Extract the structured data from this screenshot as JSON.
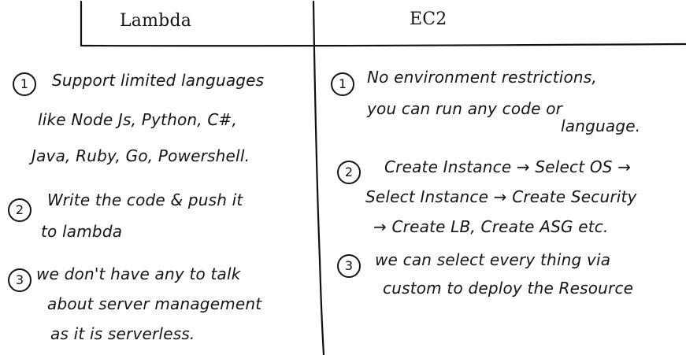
{
  "headers": {
    "left": "Lambda",
    "right": "EC2"
  },
  "lambda": {
    "points": [
      {
        "number": "1",
        "lines": [
          "Support limited languages",
          "like Node Js, Python, C#,",
          "Java, Ruby, Go, Powershell."
        ]
      },
      {
        "number": "2",
        "lines": [
          "Write the code & push it",
          "to lambda"
        ]
      },
      {
        "number": "3",
        "lines": [
          "we don't have any to talk",
          "about server management",
          "as it is serverless."
        ]
      }
    ]
  },
  "ec2": {
    "points": [
      {
        "number": "1",
        "lines": [
          "No environment restrictions,",
          "you can run any code or",
          "language."
        ]
      },
      {
        "number": "2",
        "lines": [
          "Create Instance → Select OS →",
          "Select Instance → Create Security",
          "→ Create LB, Create ASG etc."
        ]
      },
      {
        "number": "3",
        "lines": [
          "we can select every thing via",
          "custom to deploy the Resource"
        ]
      }
    ]
  }
}
